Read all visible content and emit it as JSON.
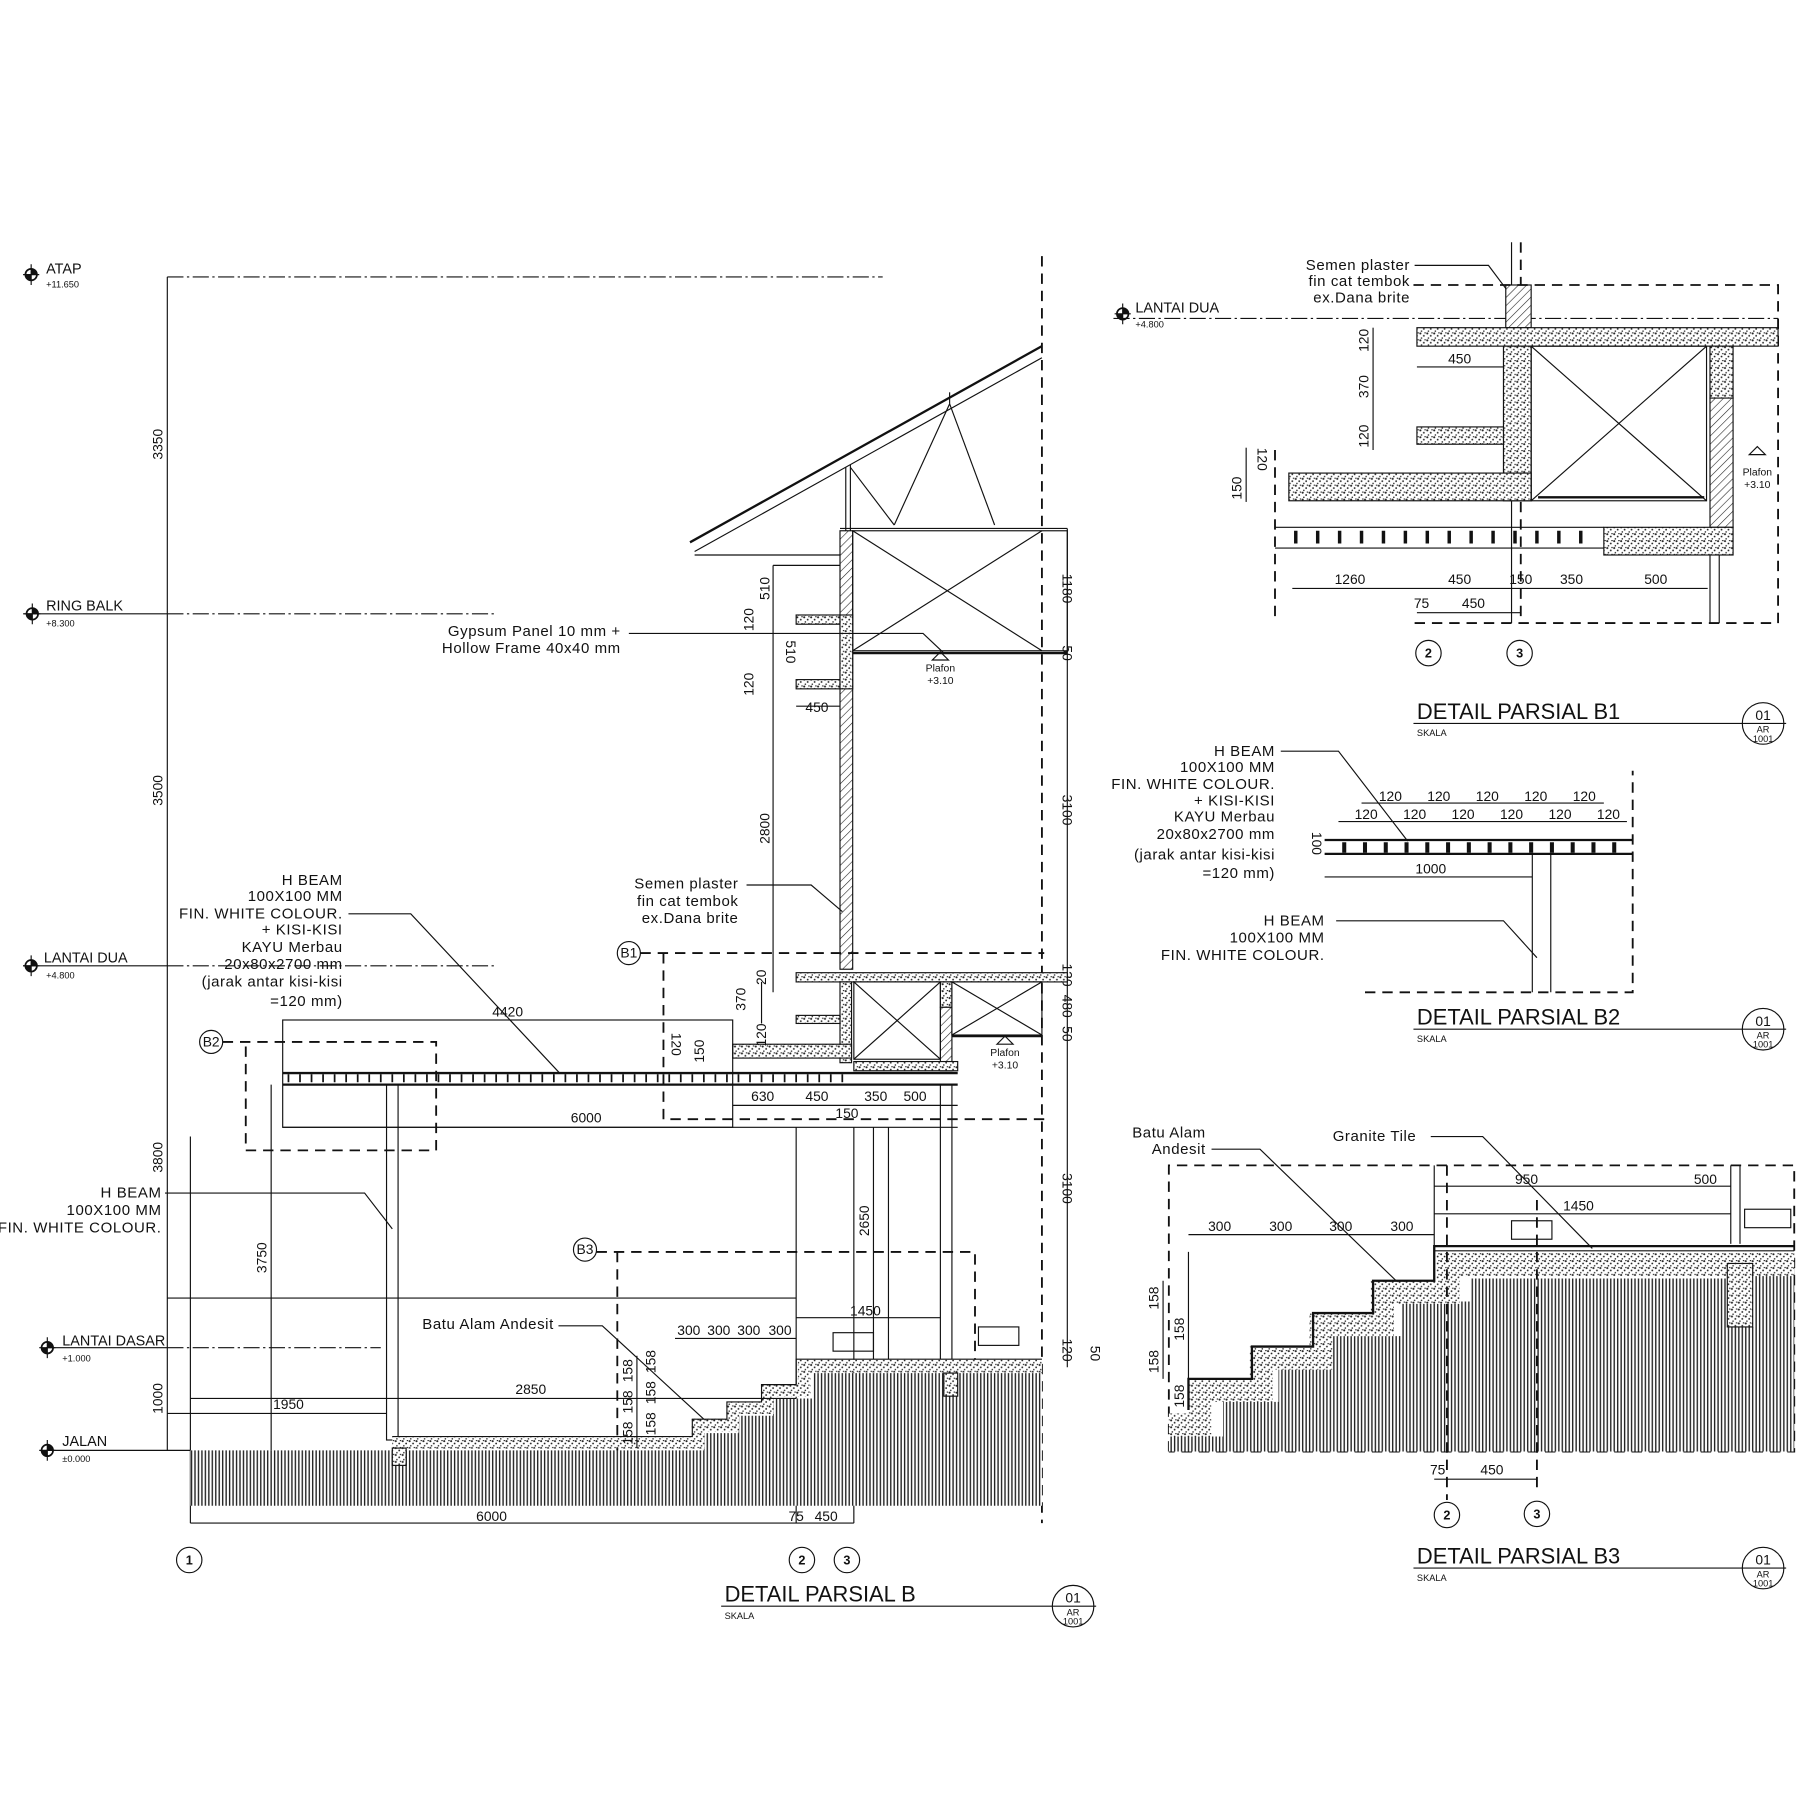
{
  "main": {
    "levels": [
      {
        "name": "ATAP",
        "elev": "+11.650"
      },
      {
        "name": "RING BALK",
        "elev": "+8.300"
      },
      {
        "name": "LANTAI DUA",
        "elev": "+4.800"
      },
      {
        "name": "LANTAI DASAR",
        "elev": "+1.000"
      },
      {
        "name": "JALAN",
        "elev": "±0.000"
      }
    ],
    "dims": [
      "3350",
      "3500",
      "3800",
      "3750",
      "1000",
      "510",
      "120",
      "510",
      "120",
      "450",
      "2800",
      "1180",
      "50",
      "3100",
      "120",
      "480",
      "50",
      "3100",
      "120",
      "50",
      "4420",
      "6000",
      "120",
      "150",
      "370",
      "120",
      "630",
      "450",
      "150",
      "350",
      "500",
      "2650",
      "1450",
      "300",
      "300",
      "300",
      "300",
      "2850",
      "1950",
      "158",
      "158",
      "158",
      "158",
      "158",
      "158",
      "6000",
      "75",
      "450",
      "20"
    ],
    "notes": {
      "gypsum": [
        "Gypsum Panel 10 mm +",
        "Hollow Frame 40x40 mm"
      ],
      "semen": [
        "Semen plaster",
        "fin cat tembok",
        "ex.Dana brite"
      ],
      "hbeam_kisi": [
        "H BEAM",
        "100X100 MM",
        "FIN. WHITE COLOUR.",
        "+ KISI-KISI",
        "KAYU Merbau",
        "20x80x2700 mm",
        "(jarak antar kisi-kisi",
        "=120 mm)"
      ],
      "hbeam": [
        "H BEAM",
        "100X100 MM",
        "FIN. WHITE COLOUR."
      ],
      "batu": "Batu Alam Andesit",
      "plafon": [
        "Plafon",
        "+3.10"
      ]
    },
    "callouts": [
      "B1",
      "B2",
      "B3"
    ],
    "grid": [
      "1",
      "2",
      "3"
    ],
    "title": "DETAIL PARSIAL B",
    "scale": "SKALA",
    "ref": {
      "no": "01",
      "sheet": "AR",
      "num": "1001"
    }
  },
  "b1": {
    "level": {
      "name": "LANTAI DUA",
      "elev": "+4.800"
    },
    "semen": [
      "Semen plaster",
      "fin cat tembok",
      "ex.Dana brite"
    ],
    "dims": [
      "120",
      "370",
      "120",
      "450",
      "120",
      "150",
      "1260",
      "450",
      "150",
      "350",
      "500",
      "75",
      "450"
    ],
    "plafon": [
      "Plafon",
      "+3.10"
    ],
    "grid": [
      "2",
      "3"
    ],
    "title": "DETAIL PARSIAL B1",
    "scale": "SKALA",
    "ref": {
      "no": "01",
      "sheet": "AR",
      "num": "1001"
    }
  },
  "b2": {
    "hbeam_kisi": [
      "H BEAM",
      "100X100 MM",
      "FIN. WHITE COLOUR.",
      "+ KISI-KISI",
      "KAYU Merbau",
      "20x80x2700 mm",
      "(jarak antar kisi-kisi",
      "=120 mm)"
    ],
    "hbeam": [
      "H BEAM",
      "100X100 MM",
      "FIN. WHITE COLOUR."
    ],
    "top_dims": [
      "120",
      "120",
      "120",
      "120",
      "120"
    ],
    "mid_dims": [
      "120",
      "120",
      "120",
      "120",
      "120",
      "120"
    ],
    "dims": [
      "100",
      "1000"
    ],
    "title": "DETAIL PARSIAL B2",
    "scale": "SKALA",
    "ref": {
      "no": "01",
      "sheet": "AR",
      "num": "1001"
    }
  },
  "b3": {
    "batu": [
      "Batu Alam",
      "Andesit"
    ],
    "granite": "Granite Tile",
    "dims": [
      "950",
      "500",
      "1450",
      "300",
      "300",
      "300",
      "300",
      "158",
      "158",
      "158",
      "158",
      "75",
      "450"
    ],
    "grid": [
      "2",
      "3"
    ],
    "title": "DETAIL PARSIAL B3",
    "scale": "SKALA",
    "ref": {
      "no": "01",
      "sheet": "AR",
      "num": "1001"
    }
  }
}
